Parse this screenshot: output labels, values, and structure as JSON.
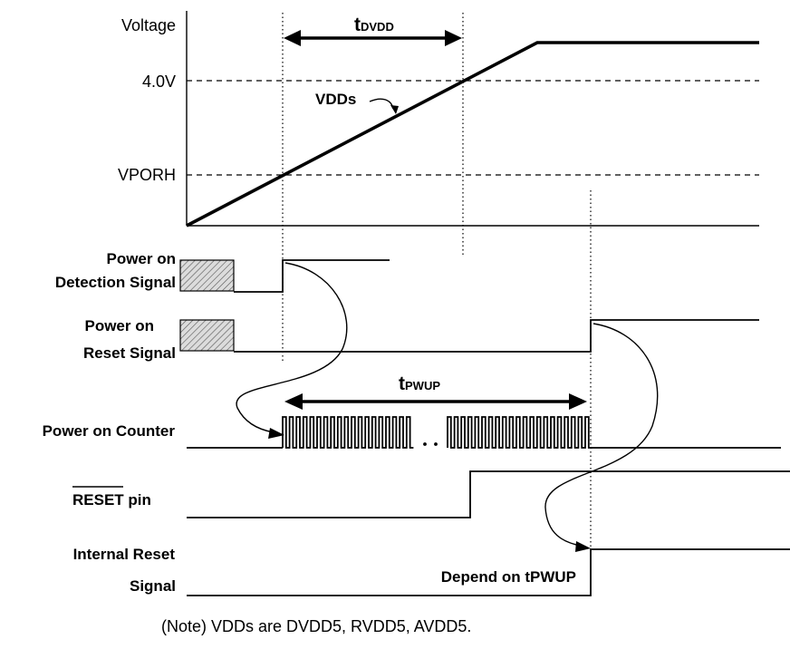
{
  "labels": {
    "voltage": "Voltage",
    "v_40": "4.0V",
    "vporh": "VPORH",
    "vdds": "VDDs",
    "t_dvdd_main": "t",
    "t_dvdd_sub": "DVDD",
    "t_pwup_main": "t",
    "t_pwup_sub": "PWUP",
    "pod_line1": "Power on",
    "pod_line2": "Detection Signal",
    "por_line1": "Power on",
    "por_line2": "Reset Signal",
    "counter": "Power on Counter",
    "reset_over": "RESET",
    "reset_pin": " pin",
    "irs_line1": "Internal Reset",
    "irs_line2": "Signal",
    "depend": "Depend on tPWUP",
    "note": "(Note) VDDs are  DVDD5, RVDD5, AVDD5."
  },
  "colors": {
    "line": "#000000",
    "hatch_fill": "#dcdcdc"
  }
}
